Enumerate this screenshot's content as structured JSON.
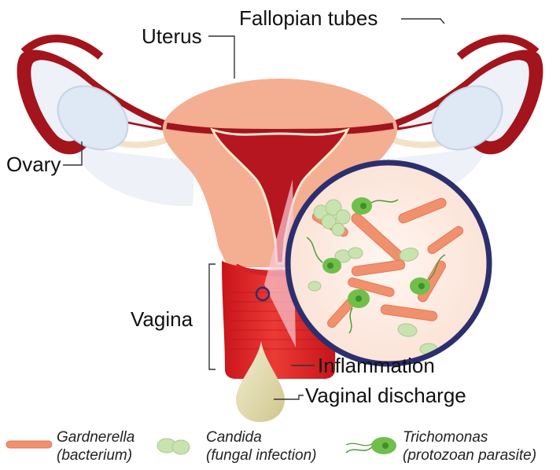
{
  "labels": {
    "fallopian_tubes": "Fallopian tubes",
    "uterus": "Uterus",
    "ovary": "Ovary",
    "vagina": "Vagina",
    "inflammation": "Inflammation",
    "vaginal_discharge": "Vaginal discharge"
  },
  "legend": [
    {
      "icon": "gardnerella-icon",
      "line1": "Gardnerella",
      "line2": "(bacterium)"
    },
    {
      "icon": "candida-icon",
      "line1": "Candida",
      "line2": "(fungal infection)"
    },
    {
      "icon": "trichomonas-icon",
      "line1": "Trichomonas",
      "line2": "(protozoan parasite)"
    }
  ],
  "colors": {
    "tissue": "#f4ae92",
    "tube_red": "#a3141c",
    "lining": "#b51620",
    "vagina_red": "#e2242b",
    "ovary": "#dfe8f5",
    "magnifier_ring": "#2c2f6e",
    "gardnerella": "#f0916e",
    "candida": "#c9e3b0",
    "trichomonas": "#6fbf4a",
    "discharge": "#e6e0b4"
  }
}
